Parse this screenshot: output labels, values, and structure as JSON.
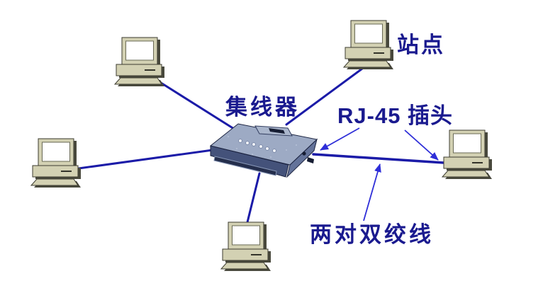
{
  "labels": {
    "hub": "集线器",
    "station": "站点",
    "rj45": "RJ-45 插头",
    "twisted_pair": "两对双绞线"
  },
  "colors": {
    "label_text": "#1a1a8f",
    "cable_line": "#1b1ba8",
    "pointer_arrow": "#2e2ed8",
    "computer_body": "#d3d1b3",
    "computer_screen": "#ffffff",
    "hub_top": "#9daac4",
    "hub_front": "#44527a",
    "hub_side": "#64739a",
    "background": "#ffffff"
  },
  "icons": {
    "computer": "desktop-computer-icon",
    "hub": "network-hub-icon",
    "arrow": "arrowhead-icon",
    "computer_count": 5
  }
}
